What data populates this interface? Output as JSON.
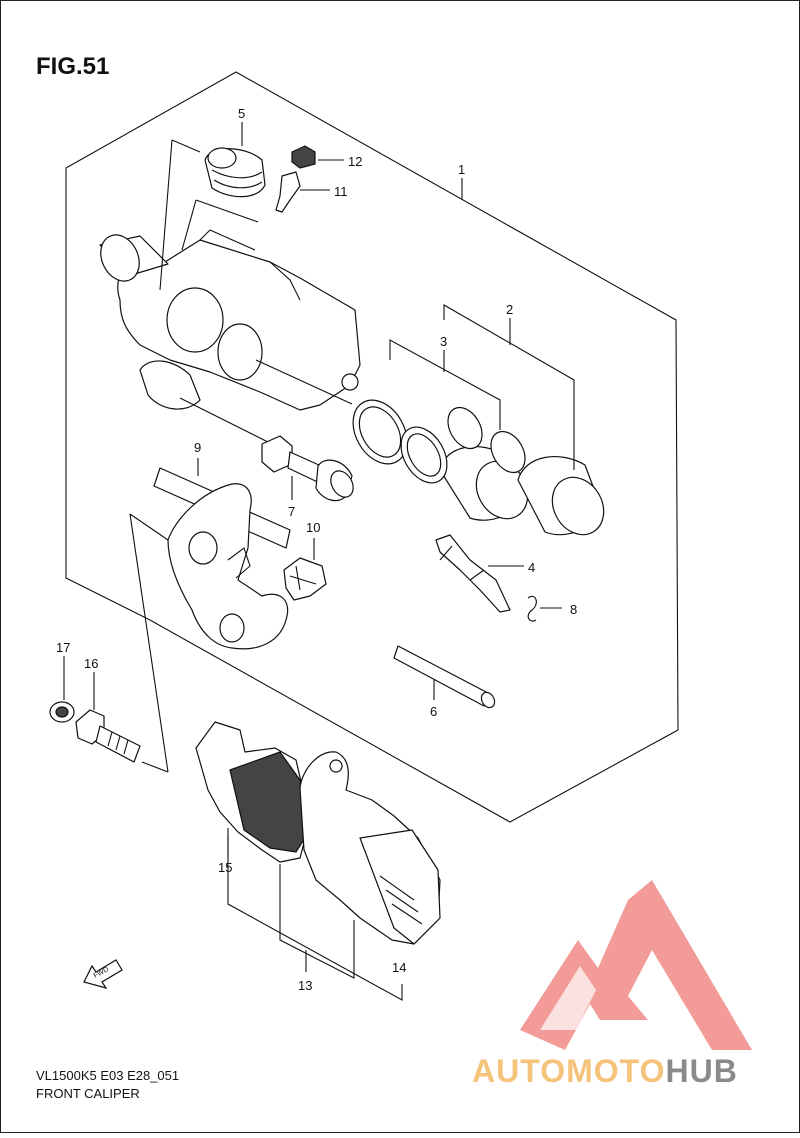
{
  "figure": {
    "title": "FIG.51"
  },
  "callouts": [
    "1",
    "2",
    "3",
    "4",
    "5",
    "6",
    "7",
    "8",
    "9",
    "10",
    "11",
    "12",
    "13",
    "14",
    "15",
    "16",
    "17"
  ],
  "footer": {
    "model_code": "VL1500K5 E03 E28_051",
    "caption": "FRONT CALIPER"
  },
  "watermark": {
    "prefix": "AUTOMOTO",
    "suffix": "HUB",
    "colors": {
      "triangle": "#f08a86",
      "prefix": "#f6c37a",
      "suffix": "#8a8a8a"
    }
  },
  "fwd_badge": "FWD"
}
